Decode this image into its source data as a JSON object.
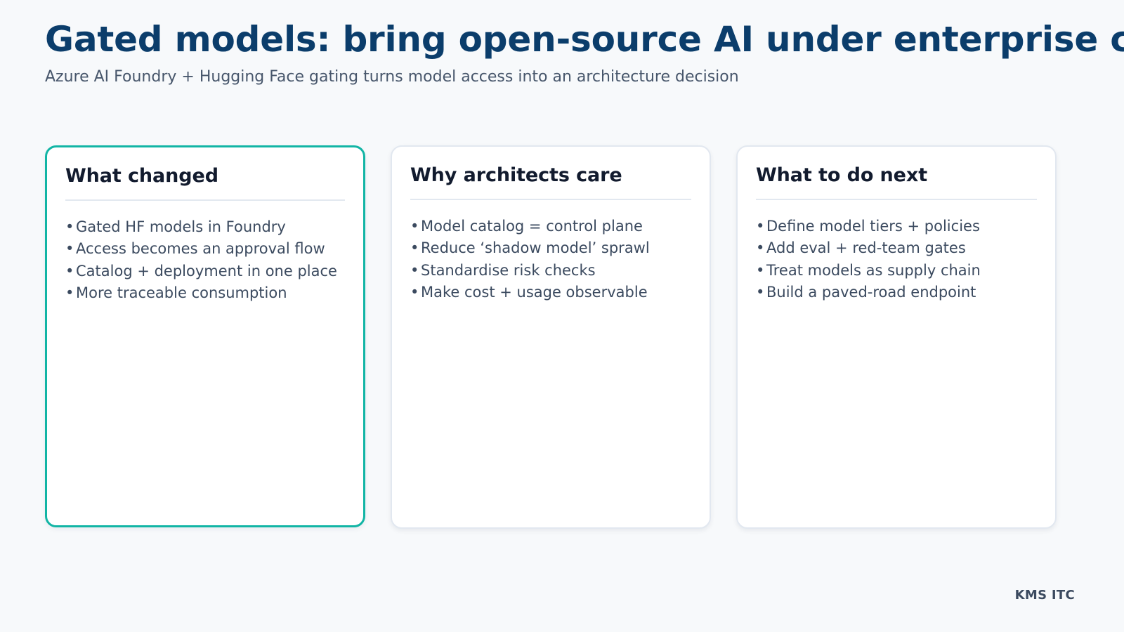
{
  "header": {
    "title": "Gated models: bring open-source AI under enterprise control",
    "subtitle": "Azure AI Foundry + Hugging Face gating turns model access into an architecture decision"
  },
  "cards": [
    {
      "title": "What changed",
      "accent": true,
      "accent_color": "#12b5a5",
      "bullets": [
        "Gated HF models in Foundry",
        "Access becomes an approval flow",
        "Catalog + deployment in one place",
        "More traceable consumption"
      ]
    },
    {
      "title": "Why architects care",
      "accent": false,
      "accent_color": "#e2e8f0",
      "bullets": [
        "Model catalog = control plane",
        "Reduce ‘shadow model’ sprawl",
        "Standardise risk checks",
        "Make cost + usage observable"
      ]
    },
    {
      "title": "What to do next",
      "accent": false,
      "accent_color": "#e2e8f0",
      "bullets": [
        "Define model tiers + policies",
        "Add eval + red-team gates",
        "Treat models as supply chain",
        "Build a paved-road endpoint"
      ]
    }
  ],
  "bullet_marker": "•",
  "footer": {
    "brand": "KMS ITC"
  },
  "theme": {
    "background": "#f7f9fb",
    "title_color": "#0b3d6b",
    "subtitle_color": "#47566b",
    "card_title_color": "#121b2e",
    "body_text_color": "#3b4a5f",
    "accent_color": "#12b5a5",
    "card_border_color": "#e2e8f0",
    "card_background": "#ffffff"
  }
}
